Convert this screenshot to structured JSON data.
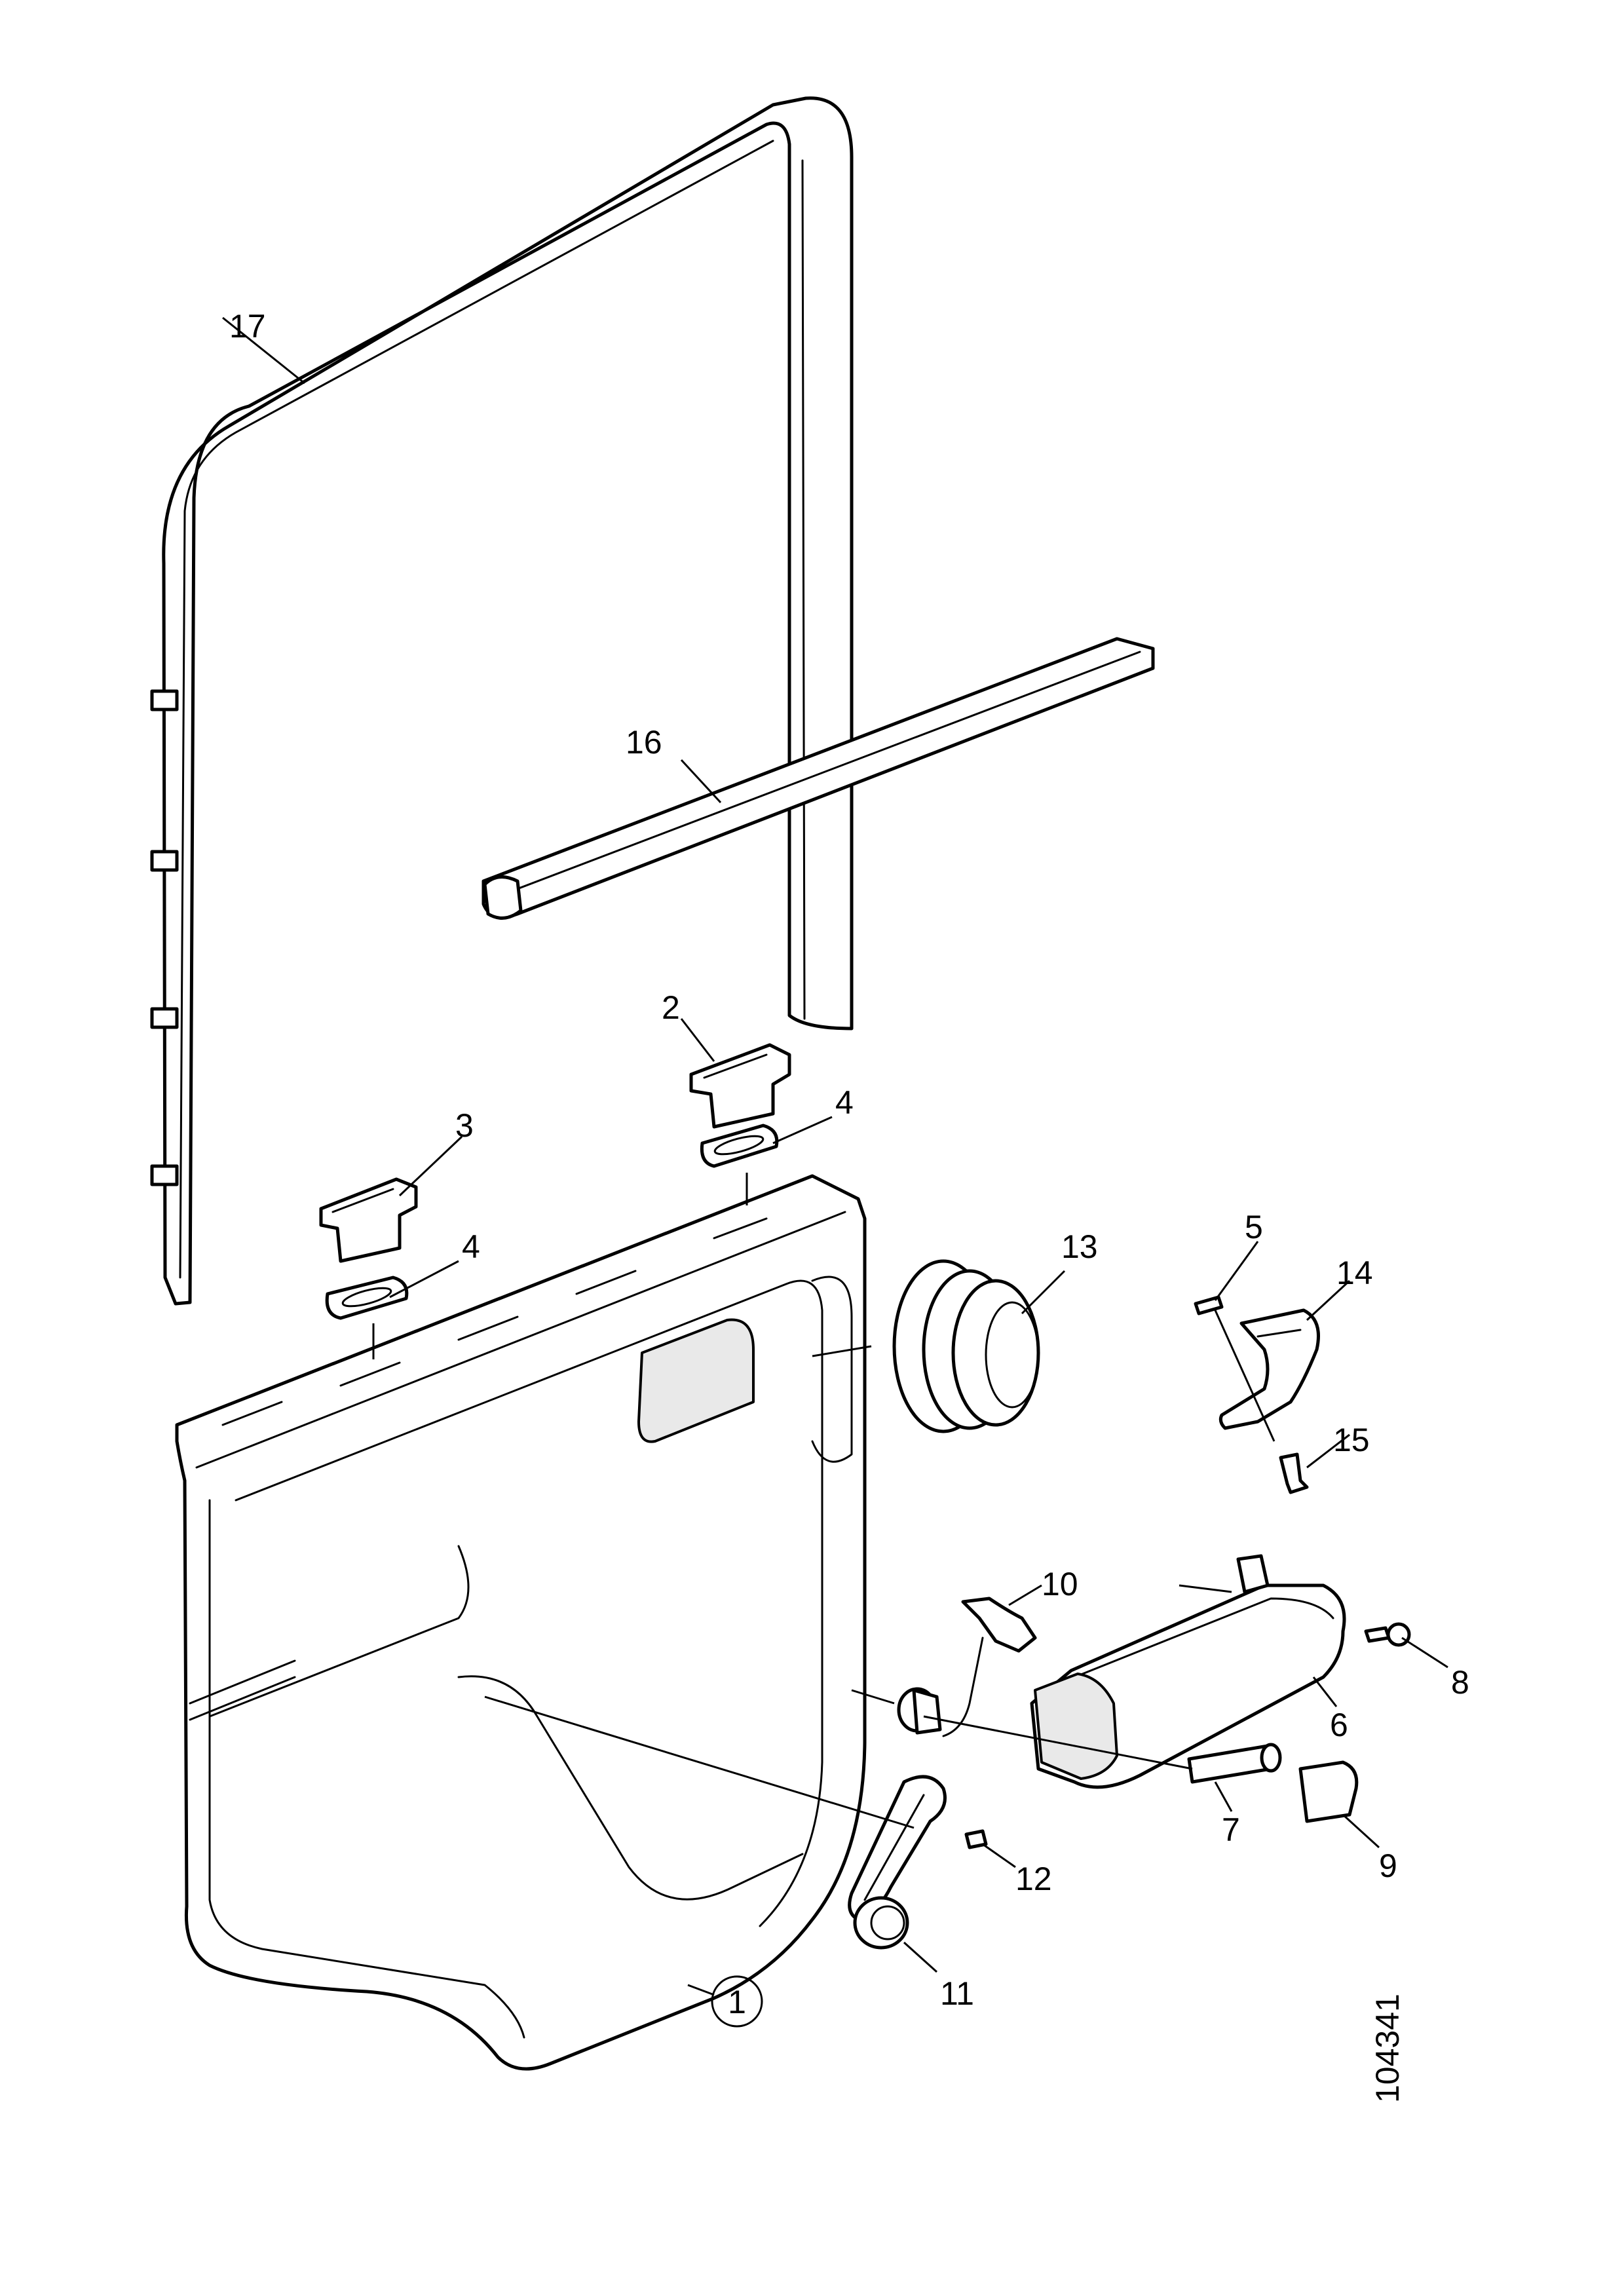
{
  "figure_id": "104341",
  "callouts": {
    "c1": "1",
    "c2": "2",
    "c3": "3",
    "c4a": "4",
    "c4b": "4",
    "c5": "5",
    "c6": "6",
    "c7": "7",
    "c8": "8",
    "c9": "9",
    "c10": "10",
    "c11": "11",
    "c12": "12",
    "c13": "13",
    "c14": "14",
    "c15": "15",
    "c16": "16",
    "c17": "17"
  }
}
